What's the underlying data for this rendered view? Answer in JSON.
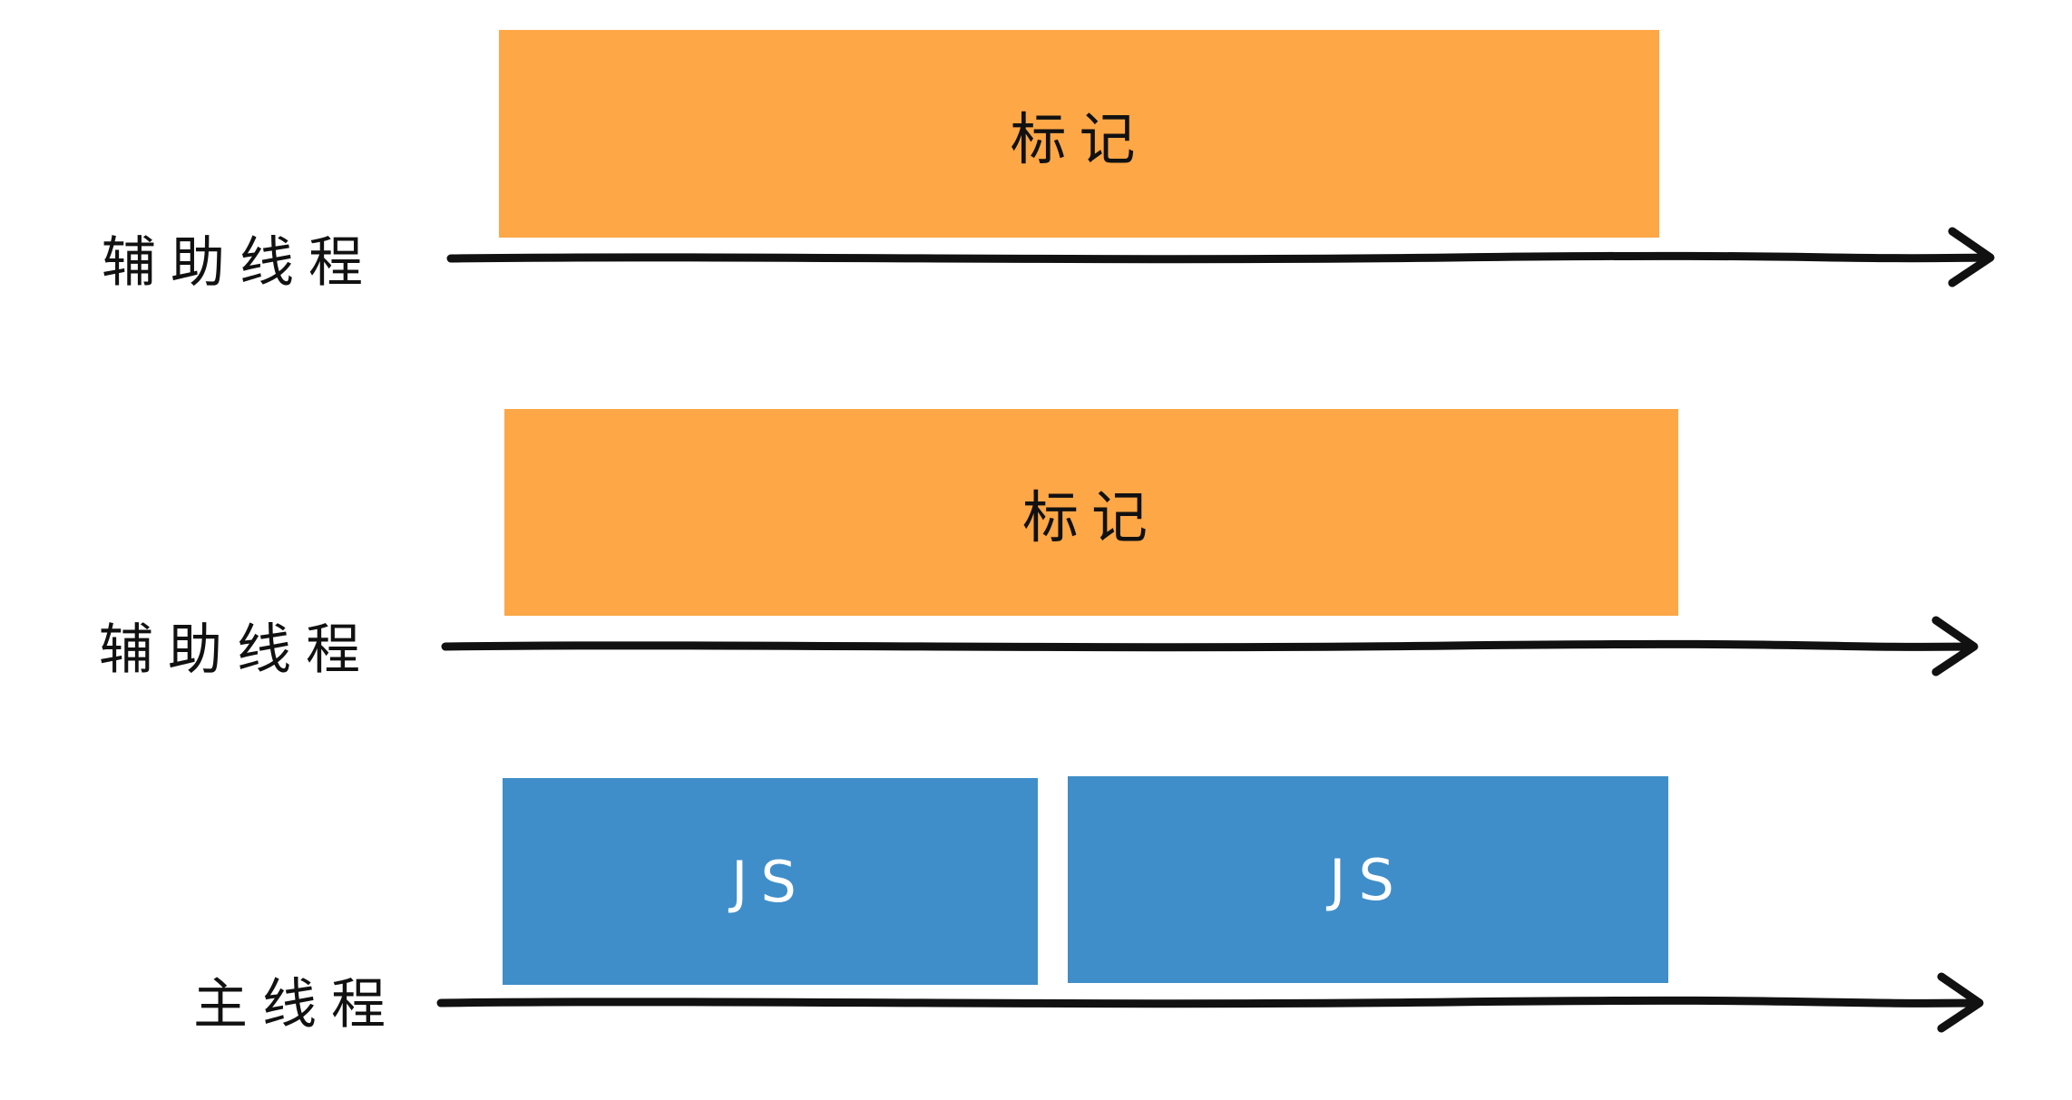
{
  "lanes": [
    {
      "label": "辅助线程",
      "boxes": [
        {
          "text": "标记",
          "color": "#fda746"
        }
      ]
    },
    {
      "label": "辅助线程",
      "boxes": [
        {
          "text": "标记",
          "color": "#fda746"
        }
      ]
    },
    {
      "label": "主线程",
      "boxes": [
        {
          "text": "JS",
          "color": "#3f8ec9"
        },
        {
          "text": "JS",
          "color": "#3f8ec9"
        }
      ]
    }
  ],
  "colors": {
    "mark": "#fda746",
    "js": "#3f8ec9",
    "axis": "#111111"
  }
}
